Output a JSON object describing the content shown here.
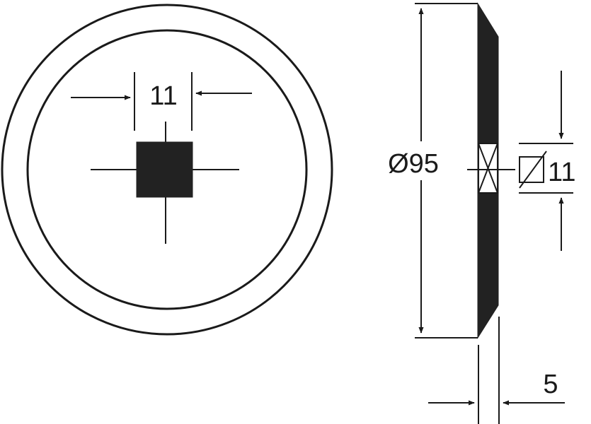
{
  "front_view": {
    "hole_width_label": "11"
  },
  "side_view": {
    "diameter_label": "Ø95",
    "square_hole_symbol": "square-hole-icon",
    "square_hole_label": "11",
    "thickness_label": "5"
  },
  "colors": {
    "ink": "#1a1a1a",
    "fill": "#222222",
    "background": "#ffffff"
  }
}
